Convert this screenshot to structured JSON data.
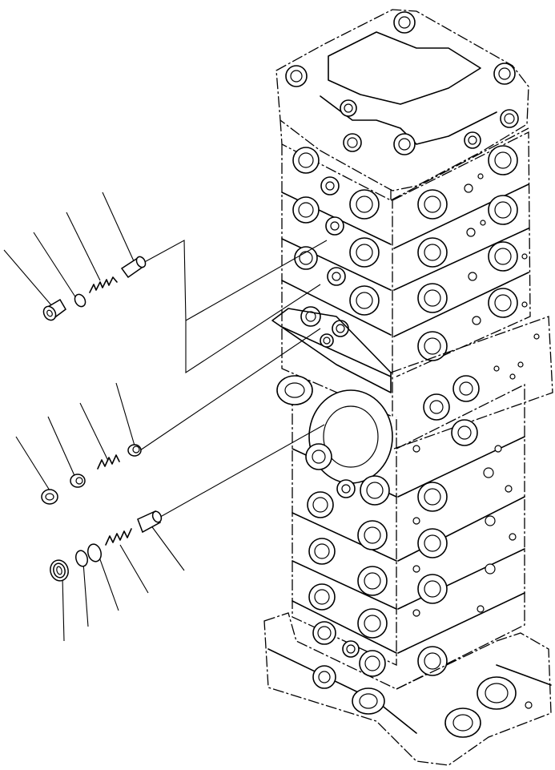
{
  "diagram": {
    "background": "#ffffff",
    "line_color": "#000000",
    "parts": [
      {
        "id": "group-upper",
        "items": [
          "plug",
          "o-ring",
          "spring",
          "valve"
        ]
      },
      {
        "id": "group-middle",
        "items": [
          "plug",
          "o-ring",
          "spring",
          "valve"
        ]
      },
      {
        "id": "group-lower",
        "items": [
          "plug",
          "o-ring",
          "o-ring",
          "spring",
          "valve"
        ]
      }
    ]
  }
}
